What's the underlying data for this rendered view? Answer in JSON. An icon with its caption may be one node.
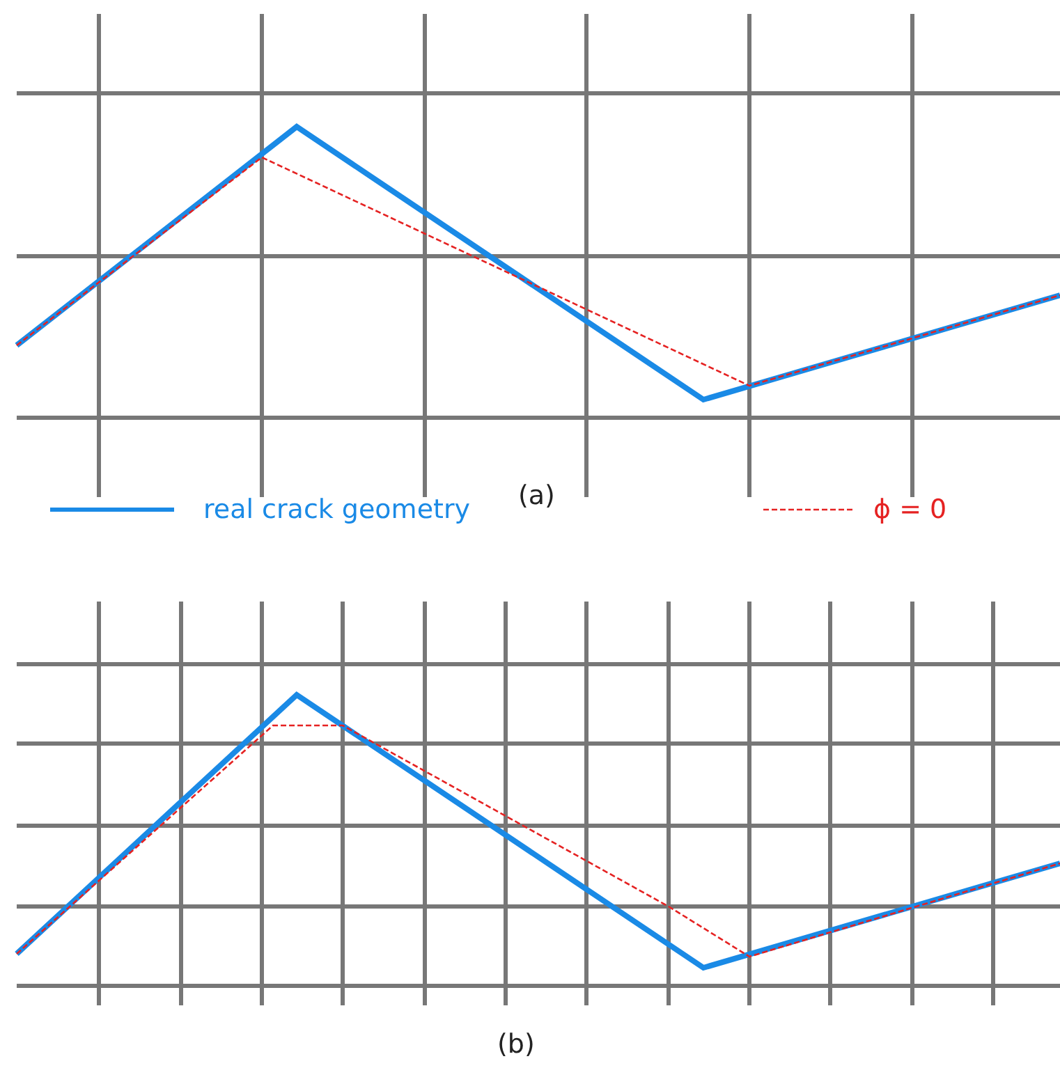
{
  "diagram": {
    "labels": [
      "(a)",
      "(b)"
    ],
    "legend": [
      {
        "text": "real crack geometry"
      },
      {
        "text": "ϕ = 0"
      }
    ]
  }
}
